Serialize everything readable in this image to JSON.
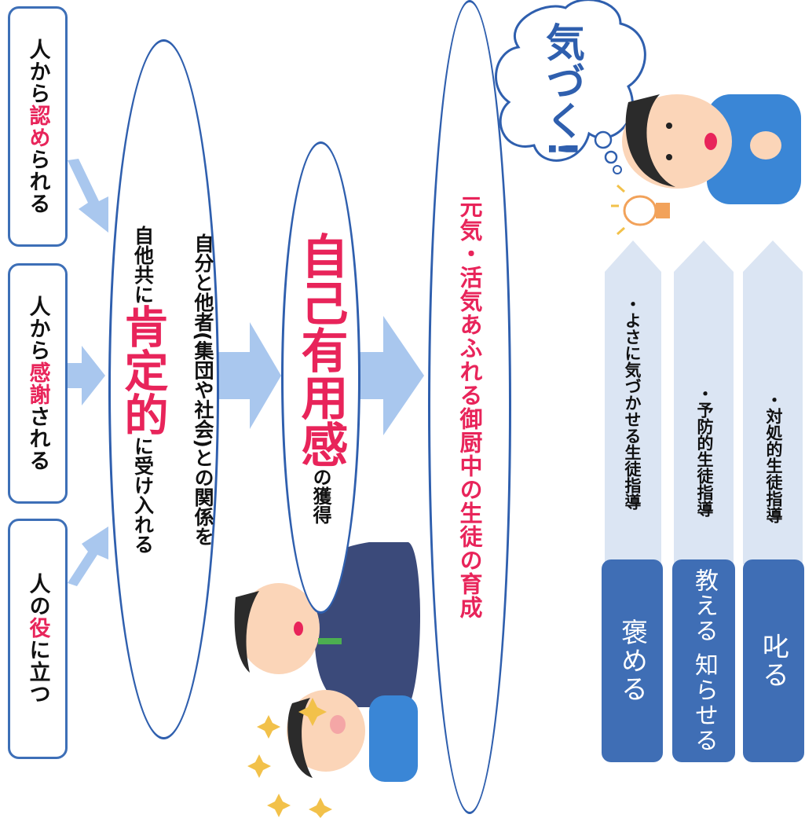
{
  "boxes": {
    "b1": {
      "pre": "人の",
      "hl": "役",
      "post": "に立つ"
    },
    "b2": {
      "pre": "人から",
      "hl": "感謝",
      "post": "される"
    },
    "b3": {
      "pre": "人から",
      "hl": "認め",
      "post": "られる"
    }
  },
  "ellipse1": {
    "line1": "自分と他者(集団や社会)との関係を",
    "line2_pre": "自他共に",
    "line2_hl": "肯定的",
    "line2_post": "に受け入れる"
  },
  "ellipse2": {
    "hl": "自己有用感",
    "post": "の獲得"
  },
  "ellipse3": {
    "text": "元気・活気あふれる御厨中の生徒の育成"
  },
  "bubble": {
    "text": "気づく!"
  },
  "rows": [
    {
      "label": "褒める",
      "text": "・よさに気づかせる生徒指導"
    },
    {
      "label": "教える 知らせる",
      "text": "・予防的生徒指導"
    },
    {
      "label": "叱る",
      "text": "・対処的生徒指導"
    }
  ],
  "colors": {
    "accent": "#e8245a",
    "box_border": "#3d6fb7",
    "arrow": "#a9c7ee",
    "row_box": "#3f6eb5",
    "row_panel": "#dbe5f3"
  }
}
